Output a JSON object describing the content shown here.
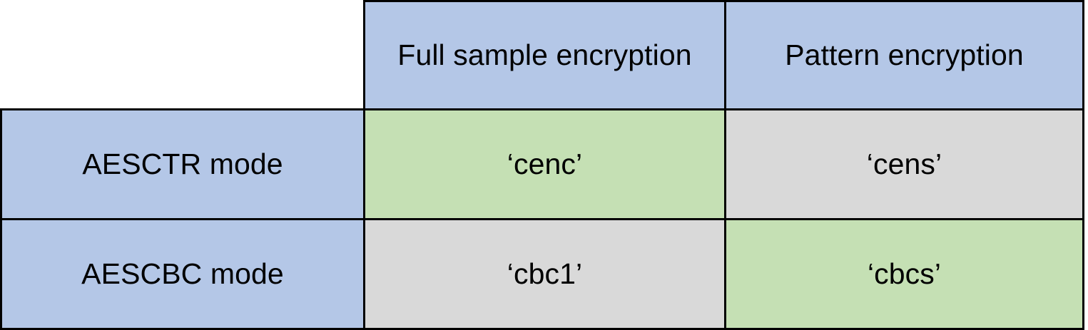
{
  "table": {
    "corner_label": "",
    "column_headers": [
      "Full sample encryption",
      "Pattern encryption"
    ],
    "row_headers": [
      "AESCTR mode",
      "AESCBC mode"
    ],
    "rows": [
      {
        "label": "AESCTR mode",
        "cells": [
          {
            "value": "‘cenc’",
            "fill": "green"
          },
          {
            "value": "‘cens’",
            "fill": "gray"
          }
        ]
      },
      {
        "label": "AESCBC mode",
        "cells": [
          {
            "value": "‘cbc1’",
            "fill": "gray"
          },
          {
            "value": "‘cbcs’",
            "fill": "green"
          }
        ]
      }
    ]
  },
  "colors": {
    "header_blue": "#B4C7E7",
    "cell_green": "#C5E0B4",
    "cell_gray": "#D9D9D9",
    "border": "#000000",
    "background": "#FFFFFF",
    "text": "#000000"
  }
}
